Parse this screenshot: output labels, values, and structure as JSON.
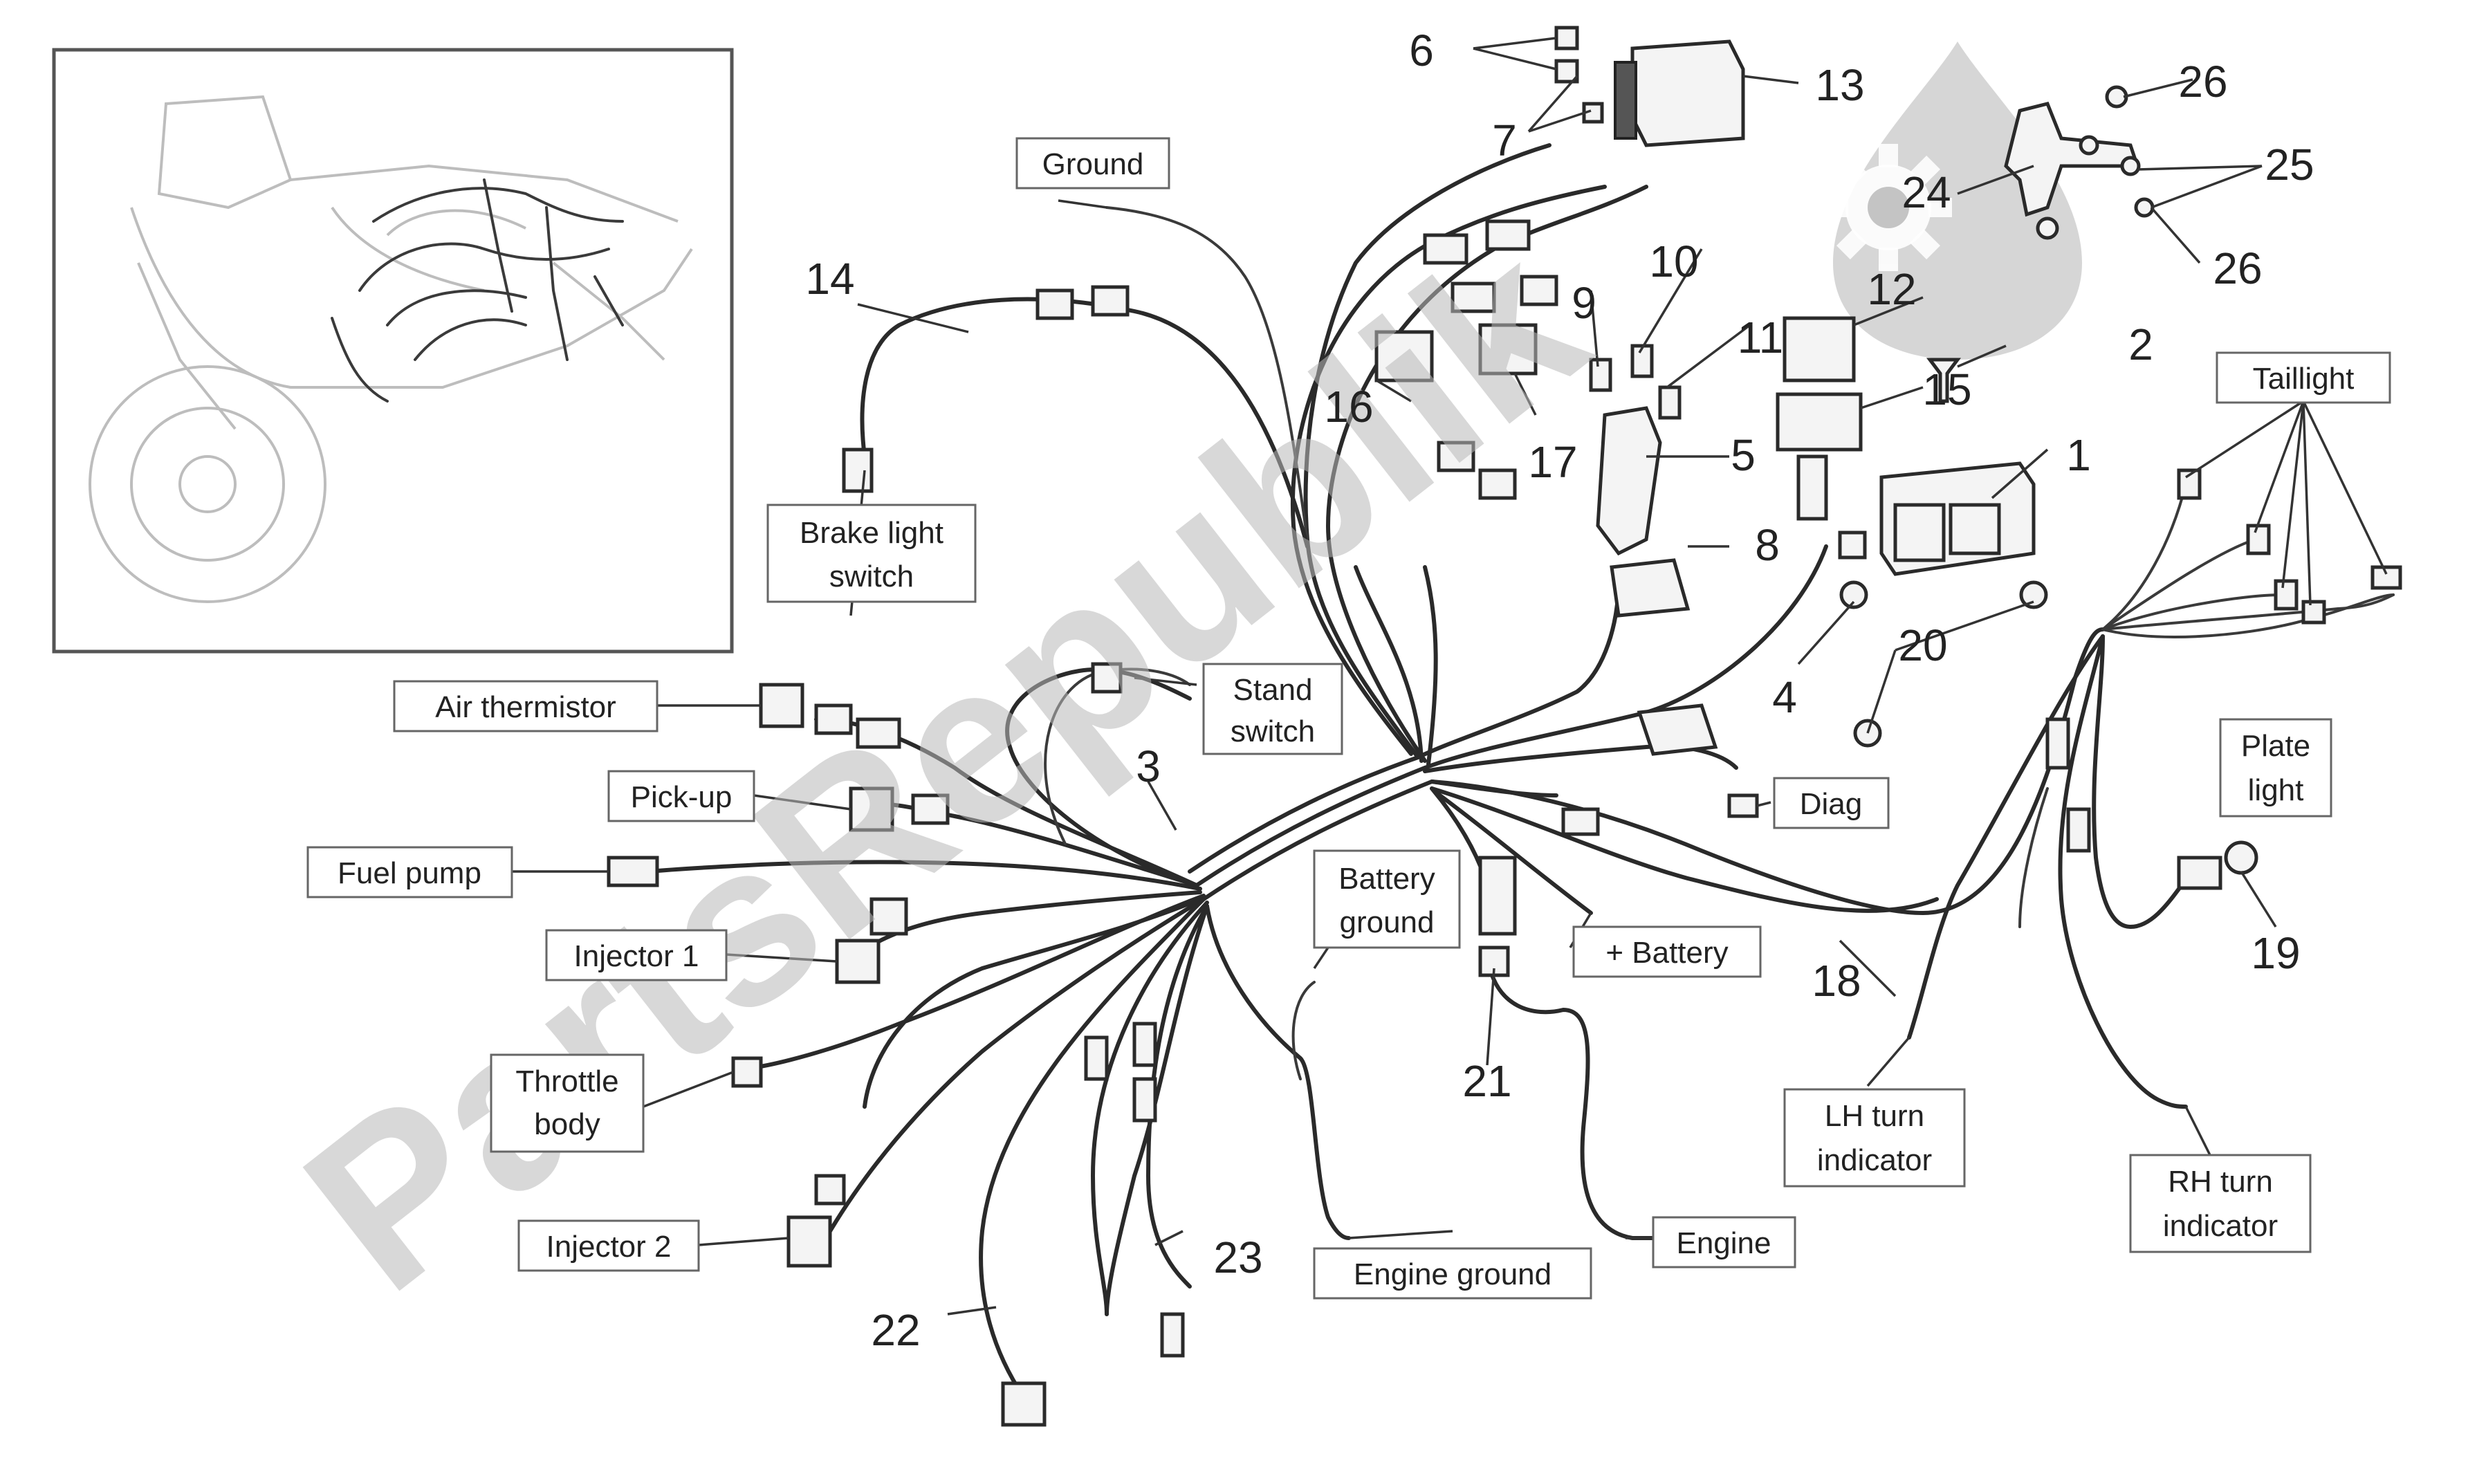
{
  "labels": {
    "ground": "Ground",
    "brake_light_switch": [
      "Brake light",
      "switch"
    ],
    "air_thermistor": "Air thermistor",
    "stand_switch": [
      "Stand",
      "switch"
    ],
    "pick_up": "Pick-up",
    "fuel_pump": "Fuel pump",
    "injector_1": "Injector 1",
    "throttle_body": [
      "Throttle",
      "body"
    ],
    "injector_2": "Injector 2",
    "battery_ground": [
      "Battery",
      "ground"
    ],
    "battery_plus": "+ Battery",
    "diag": "Diag",
    "engine": "Engine",
    "engine_ground": "Engine ground",
    "lh_turn_indicator": [
      "LH turn",
      "indicator"
    ],
    "rh_turn_indicator": [
      "RH turn",
      "indicator"
    ],
    "plate_light": [
      "Plate",
      "light"
    ],
    "taillight": "Taillight"
  },
  "callouts": {
    "n1": "1",
    "n2": "2",
    "n3": "3",
    "n4": "4",
    "n5": "5",
    "n6": "6",
    "n7": "7",
    "n8": "8",
    "n9": "9",
    "n10": "10",
    "n11": "11",
    "n12": "12",
    "n13": "13",
    "n14": "14",
    "n15": "15",
    "n16": "16",
    "n17": "17",
    "n18": "18",
    "n19": "19",
    "n20": "20",
    "n21": "21",
    "n22": "22",
    "n23": "23",
    "n24": "24",
    "n25": "25",
    "n26a": "26",
    "n26b": "26"
  },
  "watermark": "PartsRepublik",
  "logo_icon": "gear-icon"
}
